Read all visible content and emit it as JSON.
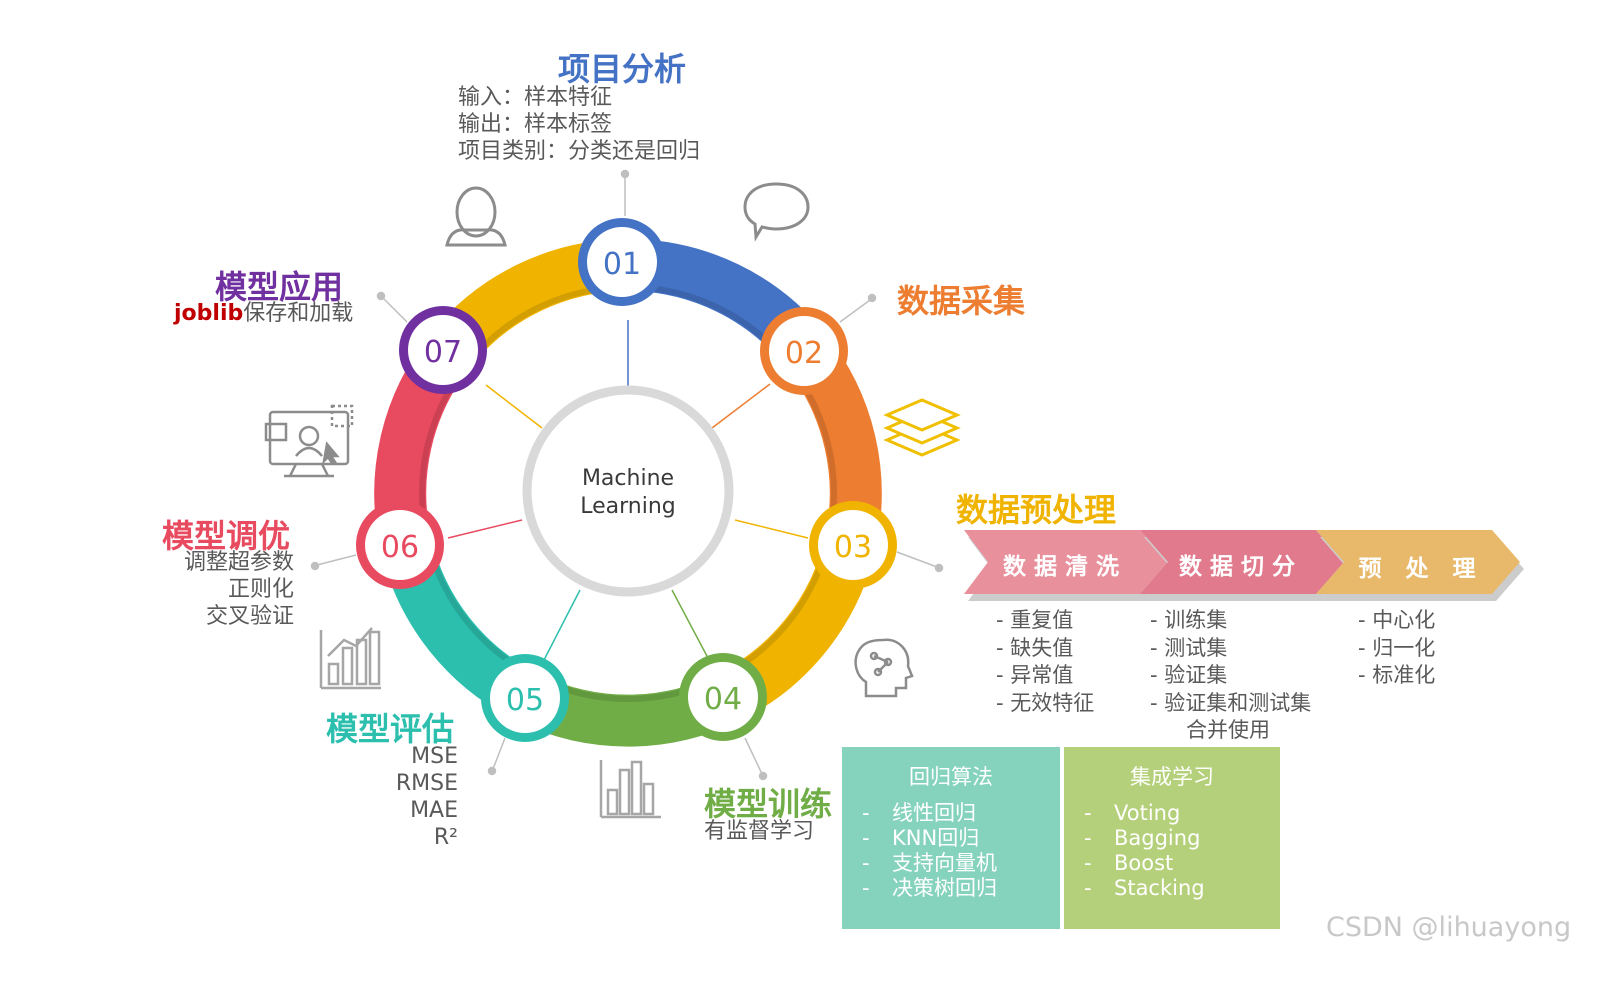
{
  "center": {
    "line1": "Machine",
    "line2": "Learning"
  },
  "steps": [
    {
      "num": "01",
      "title": "项目分析",
      "color": "#4472c4",
      "lines": [
        "输入：样本特征",
        "输出：样本标签",
        "项目类别：分类还是回归"
      ]
    },
    {
      "num": "02",
      "title": "数据采集",
      "color": "#ed7d31",
      "lines": []
    },
    {
      "num": "03",
      "title": "数据预处理",
      "color": "#f0b400",
      "lines": []
    },
    {
      "num": "04",
      "title": "模型训练",
      "color": "#70ad47",
      "lines": [
        "有监督学习"
      ]
    },
    {
      "num": "05",
      "title": "模型评估",
      "color": "#2cbfae",
      "lines": [
        "MSE",
        "RMSE",
        "MAE",
        "R²"
      ]
    },
    {
      "num": "06",
      "title": "模型调优",
      "color": "#e84a5f",
      "lines": [
        "调整超参数",
        "正则化",
        "交叉验证"
      ]
    },
    {
      "num": "07",
      "title": "模型应用",
      "color": "#7030a0",
      "lines": []
    }
  ],
  "model_app": {
    "joblib": "joblib",
    "rest": "保存和加载",
    "joblib_color": "#c00000"
  },
  "preprocess": {
    "arrows": [
      {
        "label": "数据清洗",
        "color": "#e8909c"
      },
      {
        "label": "数据切分",
        "color": "#e07a8c"
      },
      {
        "label": "预 处 理",
        "color": "#e8b86b"
      }
    ],
    "lists": [
      [
        "- 重复值",
        "- 缺失值",
        "- 异常值",
        "- 无效特征"
      ],
      [
        "- 训练集",
        "- 测试集",
        "- 验证集",
        "- 验证集和测试集",
        "合并使用"
      ],
      [
        "- 中心化",
        "- 归一化",
        "- 标准化"
      ]
    ]
  },
  "training_boxes": [
    {
      "header": "回归算法",
      "color": "#86d3bd",
      "items": [
        "线性回归",
        "KNN回归",
        "支持向量机",
        "决策树回归"
      ]
    },
    {
      "header": "集成学习",
      "color": "#b5d07a",
      "items": [
        "Voting",
        "Bagging",
        "Boost",
        "Stacking"
      ]
    }
  ],
  "icons": [
    "user-icon",
    "chat-bubble-icon",
    "layers-icon",
    "brain-icon",
    "bar-chart-icon",
    "growth-chart-icon",
    "monitor-profile-icon"
  ],
  "watermark": "CSDN @lihuayong"
}
